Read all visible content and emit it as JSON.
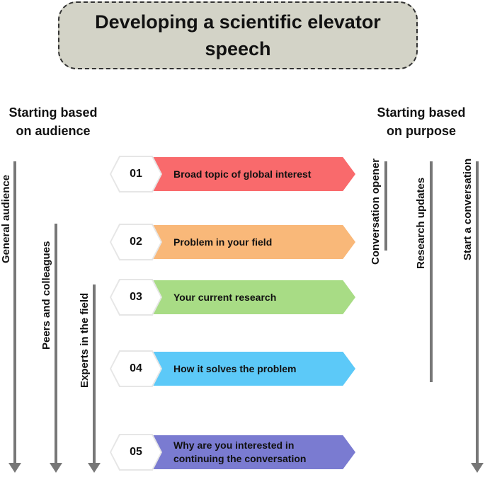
{
  "title": "Developing a scientific elevator speech",
  "left_heading": "Starting based on audience",
  "right_heading": "Starting based on purpose",
  "audience": [
    {
      "label": "General audience"
    },
    {
      "label": "Peers and colleagues"
    },
    {
      "label": "Experts in the field"
    }
  ],
  "purpose": [
    {
      "label": "Conversation opener"
    },
    {
      "label": "Research updates"
    },
    {
      "label": "Start a conversation"
    }
  ],
  "steps": [
    {
      "number": "01",
      "text": "Broad topic of global interest",
      "color": "#f96a6c"
    },
    {
      "number": "02",
      "text": "Problem in your field",
      "color": "#f9b879"
    },
    {
      "number": "03",
      "text": "Your current research",
      "color": "#a8dc85"
    },
    {
      "number": "04",
      "text": "How it solves the problem",
      "color": "#5cc9f8"
    },
    {
      "number": "05",
      "text": "Why are you interested in continuing the conversation",
      "color": "#7a7bd1"
    }
  ]
}
